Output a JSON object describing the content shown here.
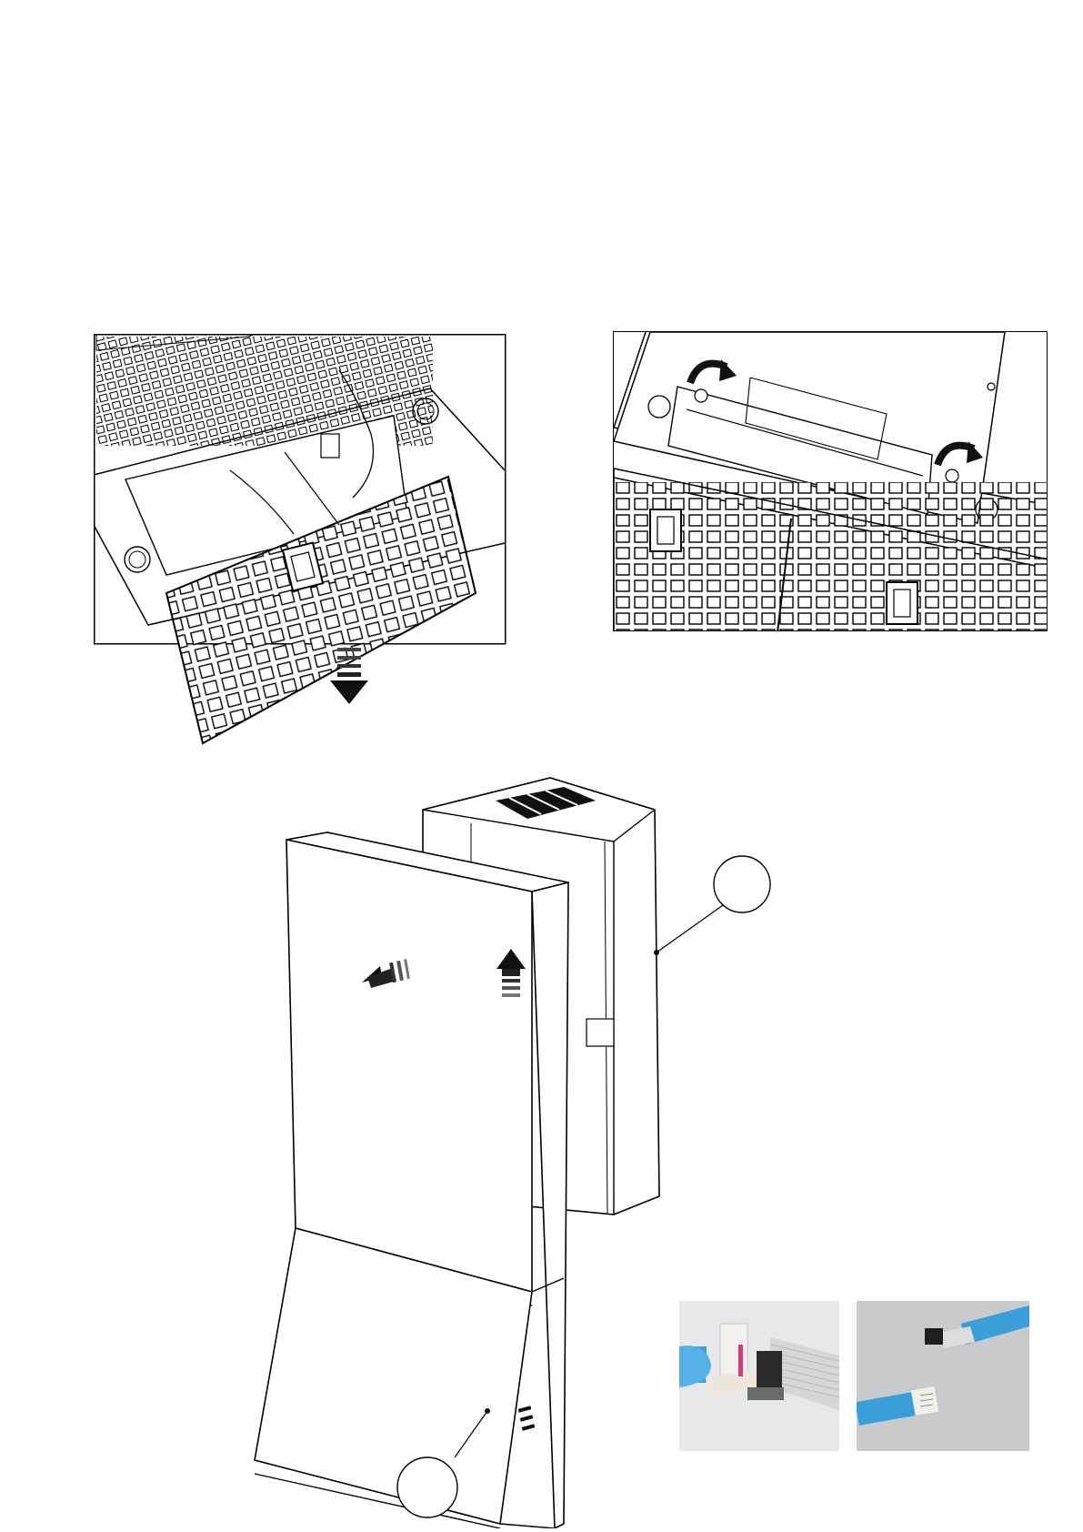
{
  "page": {
    "background": "#ffffff",
    "line_color": "#000000"
  },
  "figures": {
    "filter_removal": {
      "icon": "arrow-down-icon"
    },
    "screw_removal": {
      "icon": "rotate-arrow-icon"
    },
    "hood_assembly": {
      "icons": [
        "arrow-left-icon",
        "arrow-up-icon"
      ],
      "callouts": 2
    },
    "photos": [
      {
        "description_icon": "connector-photo",
        "colors": {
          "cable": "#3a9fd8",
          "ribbon": "#d9d9d6"
        }
      },
      {
        "description_icon": "connector-photo",
        "colors": {
          "cable": "#3a9fd8",
          "ribbon": "#dcdcda"
        }
      }
    ]
  }
}
